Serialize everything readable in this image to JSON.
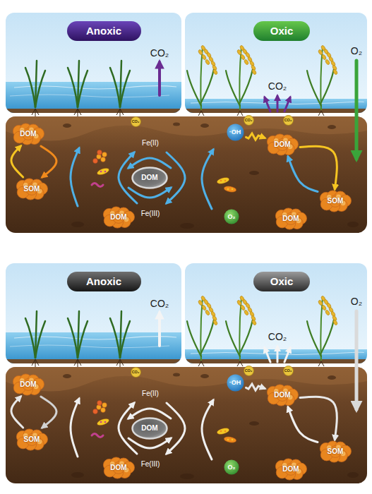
{
  "diagram": {
    "nodes": [
      {
        "text": [
          "Anoxic"
        ]
      },
      {
        "text": [
          "Oxic"
        ]
      },
      {
        "text": [
          "DOM"
        ]
      },
      {
        "text": [
          "SOM"
        ]
      },
      {
        "text": [
          "DOM"
        ]
      },
      {
        "text": [
          "CO₂"
        ]
      },
      {
        "text": [
          "DOM"
        ]
      },
      {
        "text": [
          "·OH"
        ]
      },
      {
        "text": [
          "CO₂"
        ]
      },
      {
        "text": [
          "CO₂"
        ]
      },
      {
        "text": [
          "DOM"
        ]
      },
      {
        "text": [
          "O₂"
        ]
      },
      {
        "text": [
          "SOM"
        ]
      },
      {
        "text": [
          "DOM"
        ]
      },
      {
        "text": [
          "Anoxic"
        ]
      },
      {
        "text": [
          "Oxic"
        ]
      },
      {
        "text": [
          "DOM"
        ]
      },
      {
        "text": [
          "SOM"
        ]
      },
      {
        "text": [
          "DOM"
        ]
      },
      {
        "text": [
          "CO₂"
        ]
      },
      {
        "text": [
          "DOM"
        ]
      },
      {
        "text": [
          "·OH"
        ]
      },
      {
        "text": [
          "CO₂"
        ]
      },
      {
        "text": [
          "CO₂"
        ]
      },
      {
        "text": [
          "DOM"
        ]
      },
      {
        "text": [
          "O₂"
        ]
      },
      {
        "text": [
          "SOM"
        ]
      },
      {
        "text": [
          "DOM"
        ]
      }
    ],
    "edges": [
      {
        "from": 3,
        "to": 2,
        "arrow": "to"
      },
      {
        "from": 2,
        "to": 3,
        "arrow": "to"
      },
      {
        "from": 7,
        "to": 10,
        "arrow": "to"
      },
      {
        "from": 12,
        "to": 10,
        "arrow": "to"
      },
      {
        "from": 10,
        "to": 12,
        "arrow": "to"
      },
      {
        "from": 17,
        "to": 16,
        "arrow": "to"
      },
      {
        "from": 16,
        "to": 17,
        "arrow": "to"
      },
      {
        "from": 21,
        "to": 24,
        "arrow": "to"
      },
      {
        "from": 26,
        "to": 24,
        "arrow": "to"
      },
      {
        "from": 24,
        "to": 26,
        "arrow": "to"
      }
    ],
    "labels": [
      "CO₂",
      "CO₂",
      "O₂",
      "Fe(II)",
      "Fe(III)",
      "CO₂",
      "CO₂",
      "O₂",
      "Fe(II)",
      "Fe(III)"
    ]
  }
}
